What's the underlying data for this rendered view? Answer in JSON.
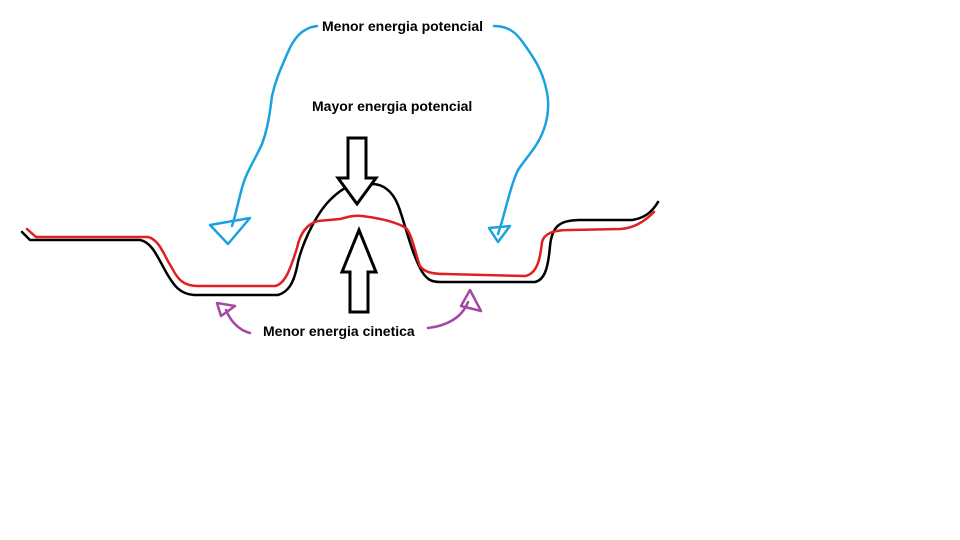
{
  "labels": {
    "menor_potencial": "Menor energia potencial",
    "mayor_potencial": "Mayor energia potencial",
    "menor_cinetica": "Menor energia cinetica"
  },
  "colors": {
    "background": "#ffffff",
    "text": "#000000",
    "track_black": "#000000",
    "track_red": "#e02020",
    "potential_arrows": "#1ba1e2",
    "kinetic_arrows": "#a349a4"
  }
}
